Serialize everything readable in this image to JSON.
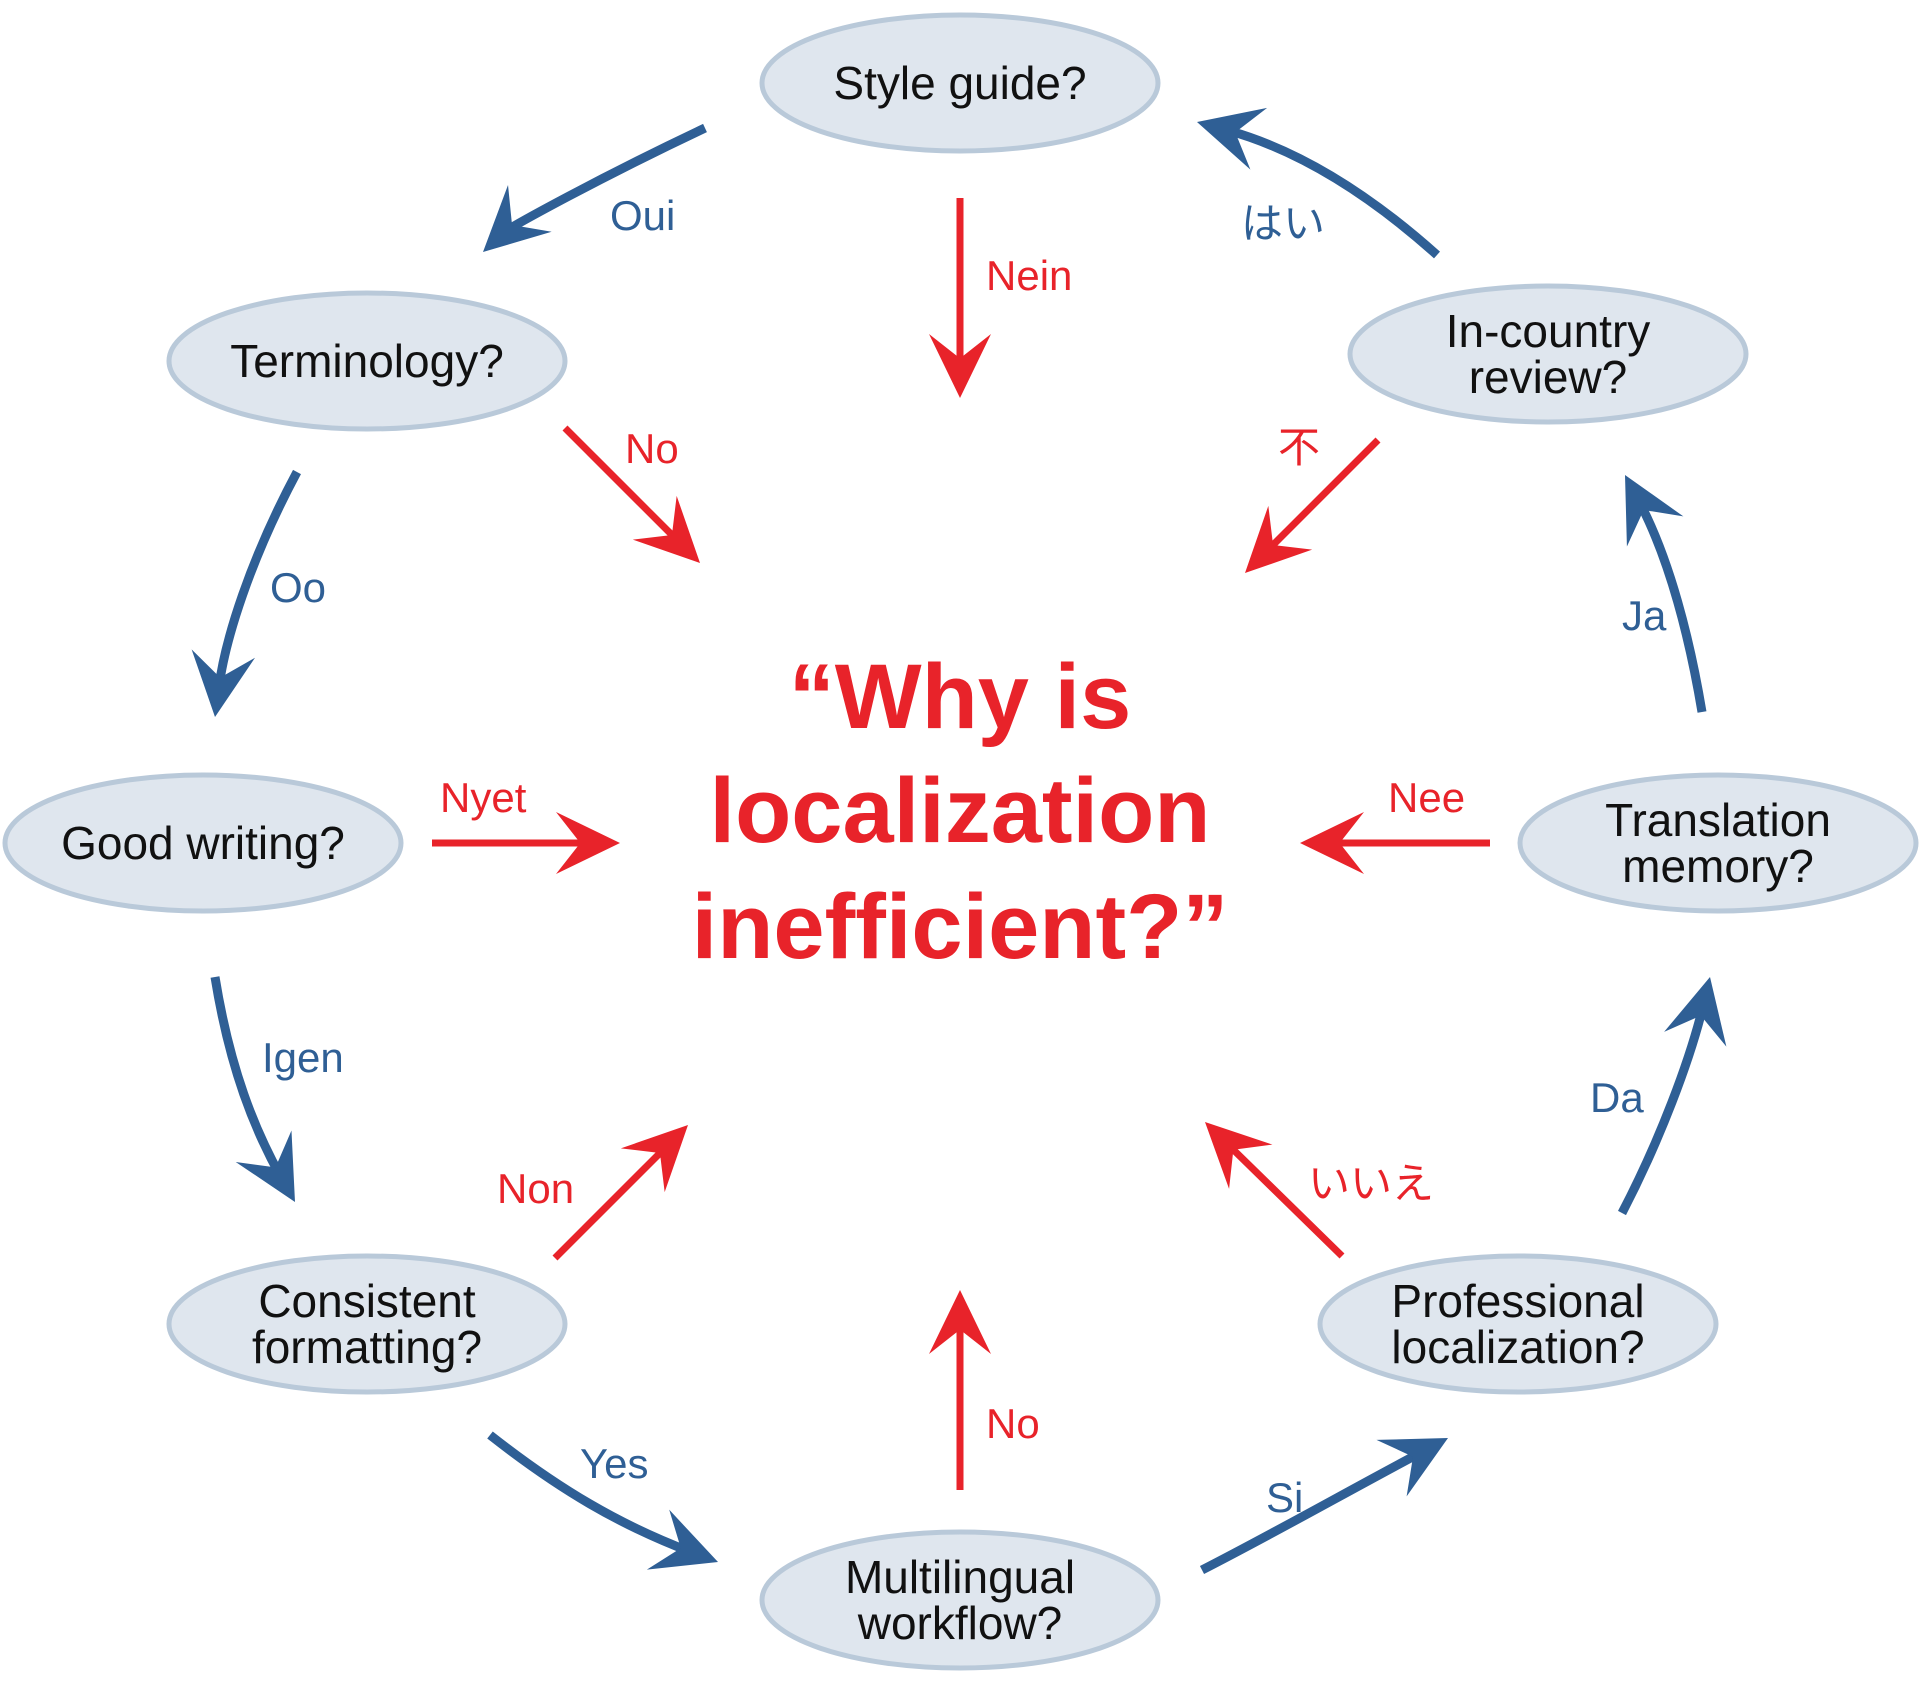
{
  "colors": {
    "yes_arrow": "#2f5f95",
    "no_arrow": "#e8232a",
    "node_fill": "#dfe6ee",
    "node_stroke": "#b9c9d9",
    "center_text": "#e8232a"
  },
  "center_question": {
    "lines": [
      "“Why is",
      "localization",
      "inefficient?”"
    ]
  },
  "nodes": [
    {
      "id": "style-guide",
      "lines": [
        "Style guide?"
      ]
    },
    {
      "id": "terminology",
      "lines": [
        "Terminology?"
      ]
    },
    {
      "id": "good-writing",
      "lines": [
        "Good writing?"
      ]
    },
    {
      "id": "consistent-formatting",
      "lines": [
        "Consistent",
        "formatting?"
      ]
    },
    {
      "id": "multilingual-workflow",
      "lines": [
        "Multilingual",
        "workflow?"
      ]
    },
    {
      "id": "professional-localization",
      "lines": [
        "Professional",
        "localization?"
      ]
    },
    {
      "id": "translation-memory",
      "lines": [
        "Translation",
        "memory?"
      ]
    },
    {
      "id": "in-country-review",
      "lines": [
        "In-country",
        "review?"
      ]
    }
  ],
  "yes_edges": [
    {
      "from": "style-guide",
      "to": "terminology",
      "label": "Oui"
    },
    {
      "from": "terminology",
      "to": "good-writing",
      "label": "Oo"
    },
    {
      "from": "good-writing",
      "to": "consistent-formatting",
      "label": "Igen"
    },
    {
      "from": "consistent-formatting",
      "to": "multilingual-workflow",
      "label": "Yes"
    },
    {
      "from": "multilingual-workflow",
      "to": "professional-localization",
      "label": "Si"
    },
    {
      "from": "professional-localization",
      "to": "translation-memory",
      "label": "Da"
    },
    {
      "from": "translation-memory",
      "to": "in-country-review",
      "label": "Ja"
    },
    {
      "from": "in-country-review",
      "to": "style-guide",
      "label": "はい"
    }
  ],
  "no_edges": [
    {
      "from": "style-guide",
      "label": "Nein"
    },
    {
      "from": "terminology",
      "label": "No"
    },
    {
      "from": "good-writing",
      "label": "Nyet"
    },
    {
      "from": "consistent-formatting",
      "label": "Non"
    },
    {
      "from": "multilingual-workflow",
      "label": "No"
    },
    {
      "from": "professional-localization",
      "label": "いいえ"
    },
    {
      "from": "translation-memory",
      "label": "Nee"
    },
    {
      "from": "in-country-review",
      "label": "不"
    }
  ]
}
